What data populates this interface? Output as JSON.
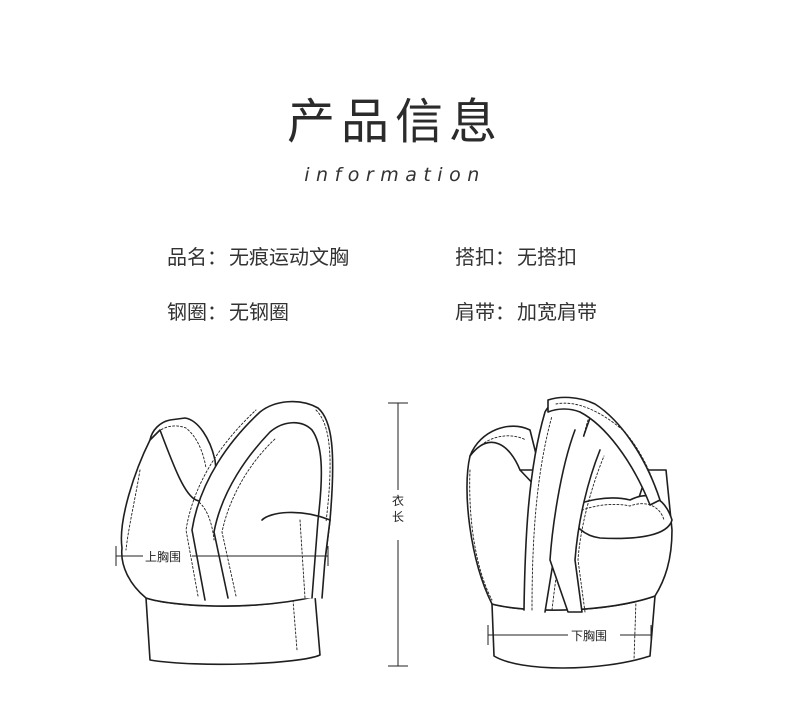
{
  "header": {
    "title": "产品信息",
    "subtitle": "information"
  },
  "specs": [
    {
      "key": "品名",
      "value": "无痕运动文胸"
    },
    {
      "key": "搭扣",
      "value": "无搭扣"
    },
    {
      "key": "钢圈",
      "value": "无钢圈"
    },
    {
      "key": "肩带",
      "value": "加宽肩带"
    }
  ],
  "measurements": {
    "upper_bust": "上胸围",
    "length": "衣长",
    "under_bust": "下胸围"
  }
}
